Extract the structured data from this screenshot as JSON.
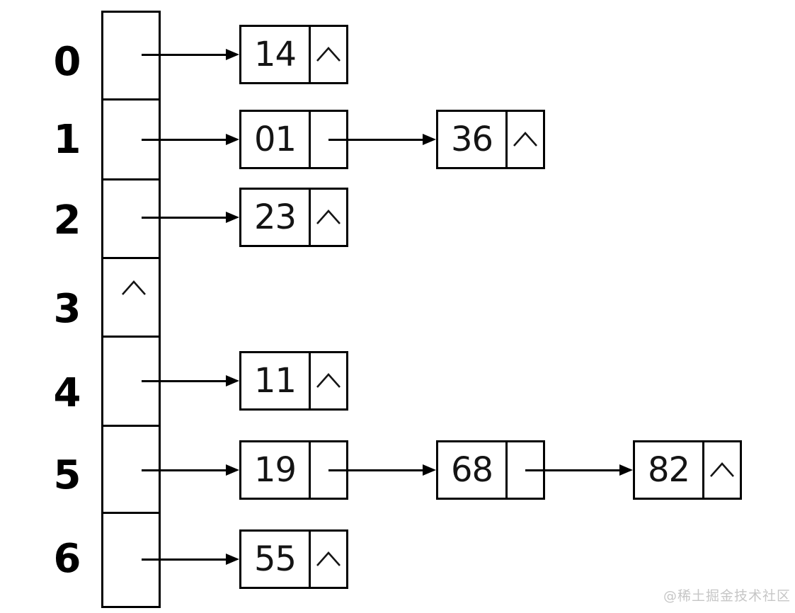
{
  "diagram": {
    "kind": "hash-table-separate-chaining",
    "null_symbol": "^",
    "bucket_count": 7,
    "buckets": [
      {
        "index": "0",
        "chain": [
          "14"
        ]
      },
      {
        "index": "1",
        "chain": [
          "01",
          "36"
        ]
      },
      {
        "index": "2",
        "chain": [
          "23"
        ]
      },
      {
        "index": "3",
        "chain": []
      },
      {
        "index": "4",
        "chain": [
          "11"
        ]
      },
      {
        "index": "5",
        "chain": [
          "19",
          "68",
          "82"
        ]
      },
      {
        "index": "6",
        "chain": [
          "55"
        ]
      }
    ]
  },
  "watermark": {
    "text": "@稀土掘金技术社区"
  },
  "colors": {
    "stroke": "#000000",
    "node_text": "#141414",
    "watermark": "#c6c6c6",
    "background": "#ffffff"
  }
}
